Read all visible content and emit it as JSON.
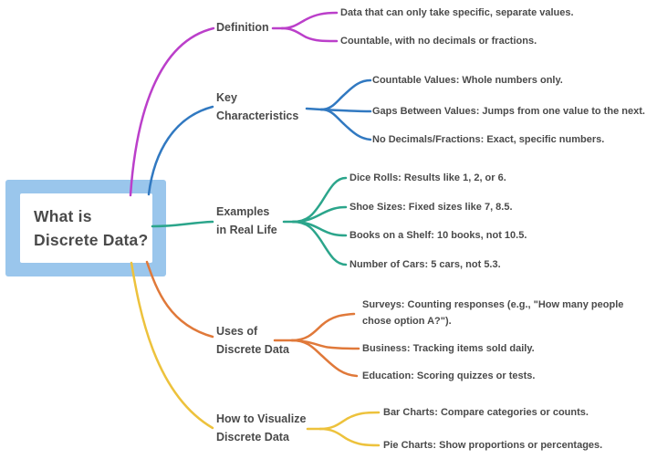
{
  "theme": {
    "background": "#ffffff",
    "text_color": "#4a4a4a"
  },
  "root": {
    "lines": [
      "What is",
      "Discrete Data?"
    ],
    "fill": "#9ac6ec",
    "card_fill": "#ffffff"
  },
  "branches": [
    {
      "label_lines": [
        "Definition"
      ],
      "color": "#bb3fca",
      "children": [
        "Data that can only take specific, separate values.",
        "Countable, with no decimals or fractions."
      ]
    },
    {
      "label_lines": [
        "Key",
        "Characteristics"
      ],
      "color": "#3179c1",
      "children": [
        "Countable Values: Whole numbers only.",
        "Gaps Between Values: Jumps from one value to the next.",
        "No Decimals/Fractions: Exact, specific numbers."
      ]
    },
    {
      "label_lines": [
        "Examples",
        "in Real Life"
      ],
      "color": "#2ba58b",
      "children": [
        "Dice Rolls: Results like 1, 2, or 6.",
        "Shoe Sizes: Fixed sizes like 7, 8.5.",
        "Books on a Shelf: 10 books, not 10.5.",
        "Number of Cars: 5 cars, not 5.3."
      ]
    },
    {
      "label_lines": [
        "Uses of",
        "Discrete Data"
      ],
      "color": "#e0793a",
      "children": [
        "Surveys: Counting responses (e.g., \"How many people chose option A?\").",
        "Business: Tracking items sold daily.",
        "Education: Scoring quizzes or tests."
      ]
    },
    {
      "label_lines": [
        "How to Visualize",
        "Discrete Data"
      ],
      "color": "#edc23c",
      "children": [
        "Bar Charts: Compare categories or counts.",
        "Pie Charts: Show proportions or percentages."
      ]
    }
  ]
}
